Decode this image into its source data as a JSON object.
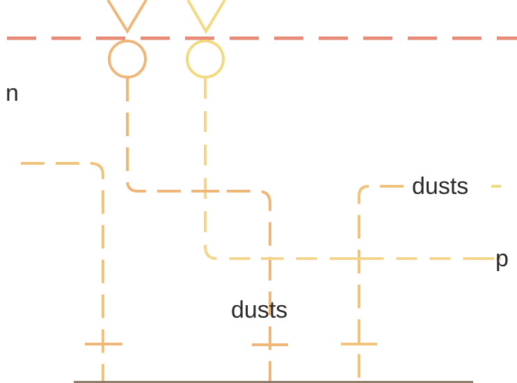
{
  "diagram": {
    "left_cut_label": "n",
    "right_cut_label": "p",
    "upper_label": "dusts",
    "lower_label": "dusts",
    "colors": {
      "red_dash": "#E78C78",
      "orange": "#F0B678",
      "amber": "#F1C27A",
      "yellow": "#F2DB7F",
      "pale_yellow": "#F3D58B",
      "baseline": "#8F7C68",
      "text": "#2A2A2A"
    }
  }
}
